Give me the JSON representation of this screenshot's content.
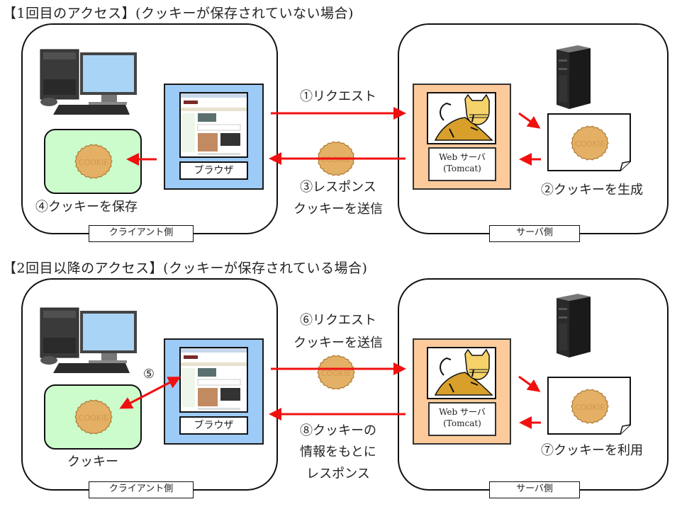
{
  "sections": [
    {
      "heading": "【1回目のアクセス】(クッキーが保存されていない場合)",
      "client_zone_label": "クライアント側",
      "server_zone_label": "サーバ側",
      "browser_label": "ブラウザ",
      "server_label_line1": "Web サーバ",
      "server_label_line2": "(Tomcat)",
      "cookie_text": "COOKIE",
      "steps": {
        "request": "①リクエスト",
        "generate": "②クッキーを生成",
        "response_line1": "③レスポンス",
        "response_line2": "クッキーを送信",
        "store": "④クッキーを保存"
      }
    },
    {
      "heading": "【2回目以降のアクセス】(クッキーが保存されている場合)",
      "client_zone_label": "クライアント側",
      "server_zone_label": "サーバ側",
      "browser_label": "ブラウザ",
      "server_label_line1": "Web サーバ",
      "server_label_line2": "(Tomcat)",
      "cookie_text": "COOKIE",
      "steps": {
        "read": "⑤",
        "store_caption": "クッキー",
        "request_line1": "⑥リクエスト",
        "request_line2": "クッキーを送信",
        "use": "⑦クッキーを利用",
        "response_line1": "⑧クッキーの",
        "response_line2": "情報をもとに",
        "response_line3": "レスポンス"
      }
    }
  ],
  "colors": {
    "arrow": "#f01010",
    "browser_bg": "#9dcbf7",
    "server_bg": "#fdca9b",
    "store_bg": "#ccfccc",
    "cookie": "#e3b066"
  }
}
